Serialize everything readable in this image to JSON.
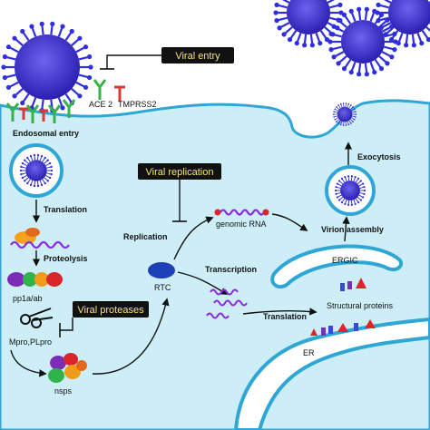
{
  "labels": {
    "viral_entry": "Viral entry",
    "ace2": "ACE 2",
    "tmprss2": "TMPRSS2",
    "endosomal_entry": "Endosomal entry",
    "translation_1": "Translation",
    "proteolysis": "Proteolysis",
    "pp1a_ab": "pp1a/ab",
    "viral_proteases": "Viral proteases",
    "mpro_plpro": "Mpro,PLpro",
    "nsps": "nsps",
    "viral_replication": "Viral replication",
    "replication": "Replication",
    "genomic_rna": "genomic RNA",
    "rtc": "RTC",
    "transcription": "Transcription",
    "translation_2": "Translation",
    "ergic": "ERGIC",
    "structural_proteins": "Structural proteins",
    "er": "ER",
    "virion_assembly": "Virion assembly",
    "exocytosis": "Exocytosis"
  },
  "colors": {
    "cytoplasm": "#cdeef7",
    "membrane_stroke": "#2ea6d6",
    "virus_body": "#3b2fc9",
    "virus_spike": "#2f2fe0",
    "label_box": "#111111",
    "label_text": "#f5e66e",
    "ace2_receptor": "#38b349",
    "tmprss2_receptor": "#d9373a",
    "rna_wave": "#8a2be2",
    "rtc_blob": "#1d3fb8",
    "structural_protein_red": "#e0242b"
  }
}
